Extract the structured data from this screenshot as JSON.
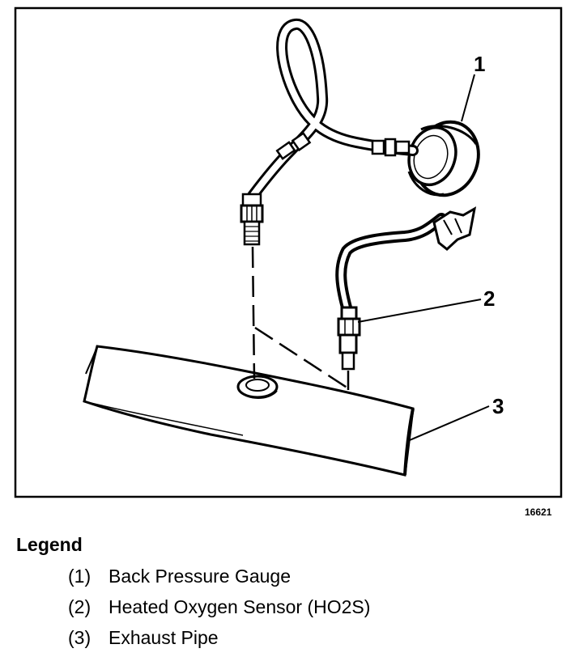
{
  "callouts": {
    "c1": "1",
    "c2": "2",
    "c3": "3"
  },
  "figure_id": "16621",
  "legend": {
    "title": "Legend",
    "items": [
      {
        "num": "(1)",
        "label": "Back Pressure Gauge"
      },
      {
        "num": "(2)",
        "label": "Heated Oxygen Sensor (HO2S)"
      },
      {
        "num": "(3)",
        "label": "Exhaust Pipe"
      }
    ]
  }
}
